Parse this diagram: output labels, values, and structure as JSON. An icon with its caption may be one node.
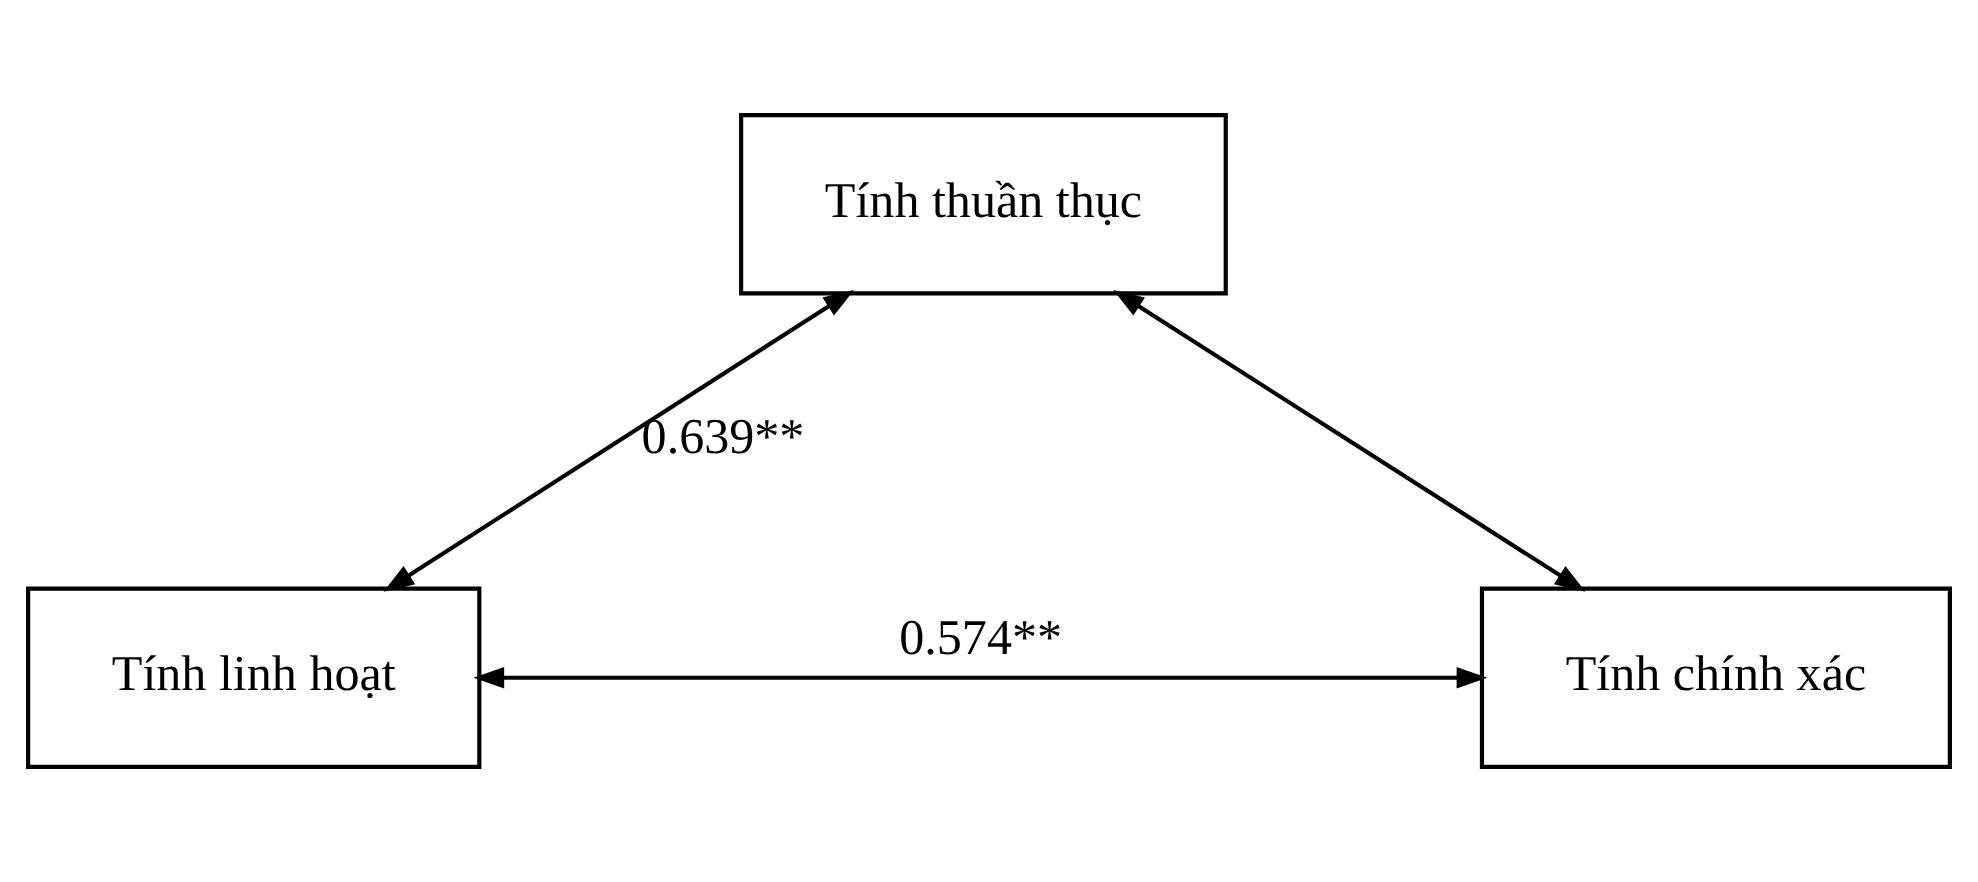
{
  "diagram": {
    "nodes": [
      {
        "text": [
          "Tính thuần thục"
        ]
      },
      {
        "text": [
          "Tính linh hoạt"
        ]
      },
      {
        "text": [
          "Tính chính xác"
        ]
      }
    ],
    "edges": [
      {
        "from": 0,
        "to": 1,
        "arrow": "both",
        "label": "0.639**"
      },
      {
        "from": 0,
        "to": 2,
        "arrow": "both"
      },
      {
        "from": 1,
        "to": 2,
        "arrow": "both",
        "label": "0.574**"
      }
    ]
  }
}
